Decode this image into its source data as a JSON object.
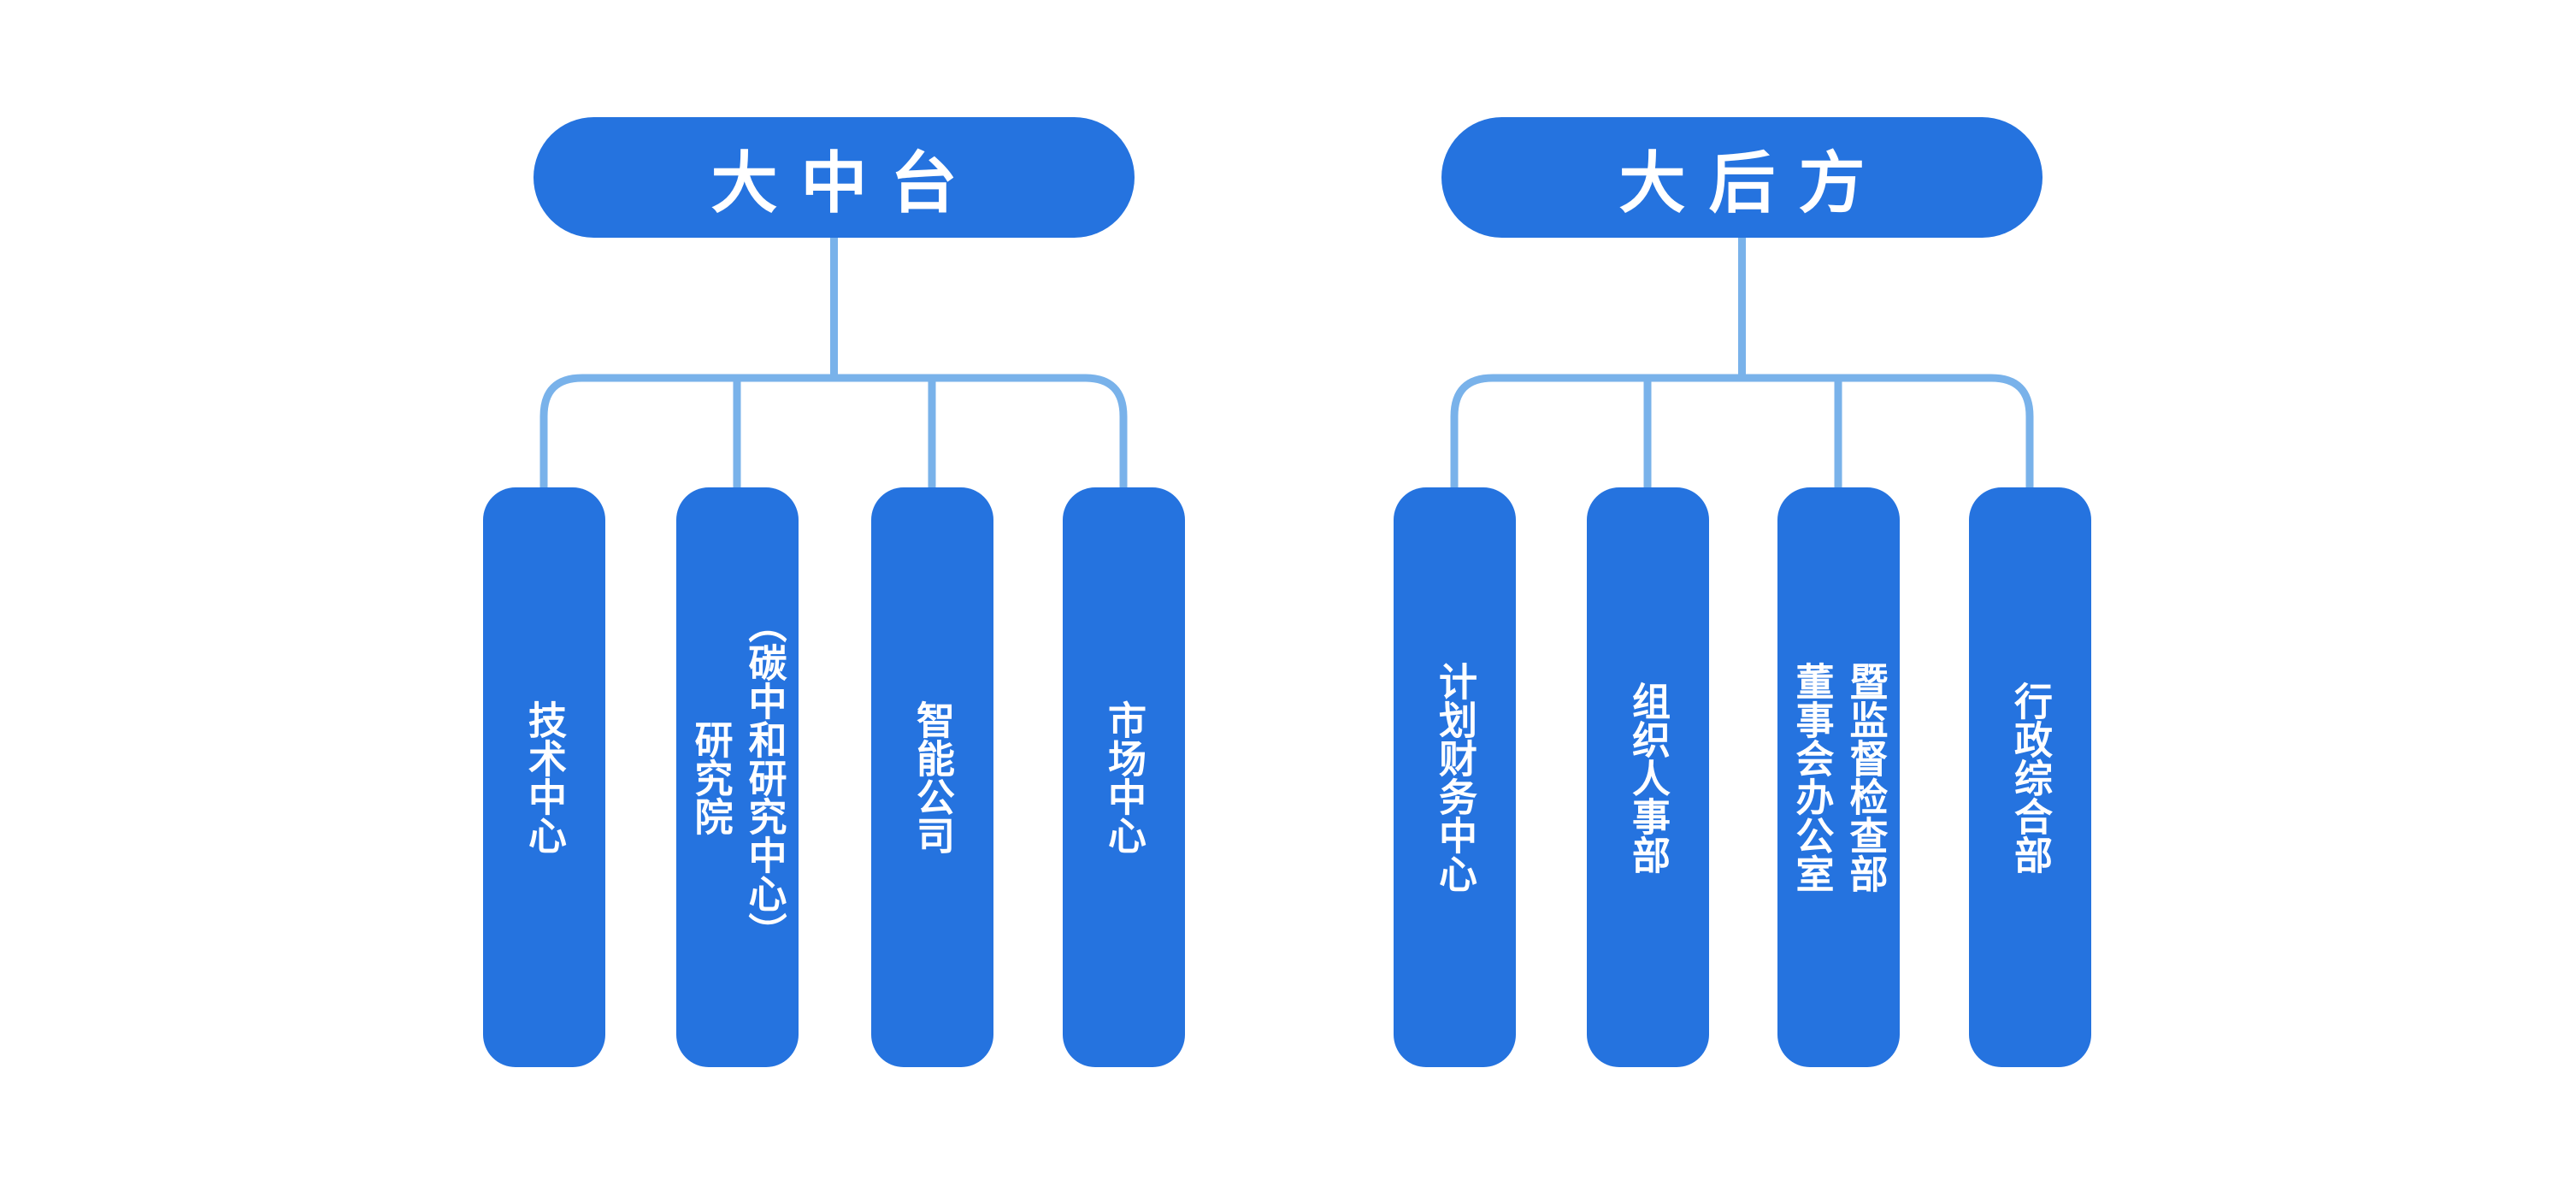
{
  "colors": {
    "node_fill": "#2573DF",
    "node_text": "#ffffff",
    "connector": "#79B2EA",
    "page_bg": "#ffffff"
  },
  "tree": {
    "groups": [
      {
        "id": "da-zhong-tai",
        "root": {
          "label": "大中台"
        },
        "children": [
          {
            "label": "技术中心"
          },
          {
            "label": "研究院\n（碳中和研究中心）"
          },
          {
            "label": "智能公司"
          },
          {
            "label": "市场中心"
          }
        ]
      },
      {
        "id": "da-hou-fang",
        "root": {
          "label": "大后方"
        },
        "children": [
          {
            "label": "计划财务中心"
          },
          {
            "label": "组织人事部"
          },
          {
            "label": "董事会办公室\n暨监督检查部"
          },
          {
            "label": "行政综合部"
          }
        ]
      }
    ]
  }
}
